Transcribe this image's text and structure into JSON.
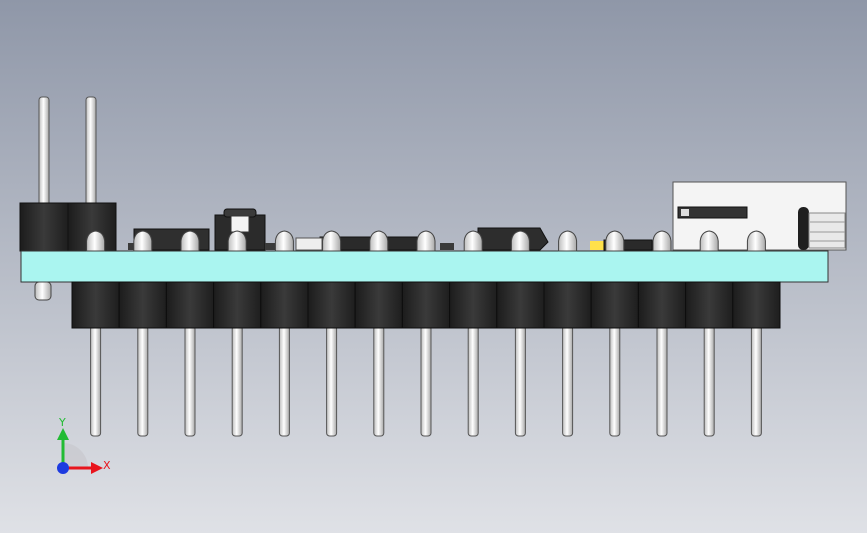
{
  "view": {
    "background_top": "#8f97a8",
    "background_bottom": "#dfe1e6"
  },
  "board": {
    "pcb_color": "#aaf5f0",
    "header_color": "#2a2a2a",
    "pin_color": "#f2f2f2",
    "connector_color": "#f4f4f4",
    "led_color": "#ffe14a",
    "bottom_header_pin_count": 15,
    "top_pin_count": 2
  },
  "triad": {
    "x_label": "X",
    "y_label": "Y",
    "x_color": "#e8141d",
    "y_color": "#22bb33",
    "z_color": "#1d3be0"
  }
}
